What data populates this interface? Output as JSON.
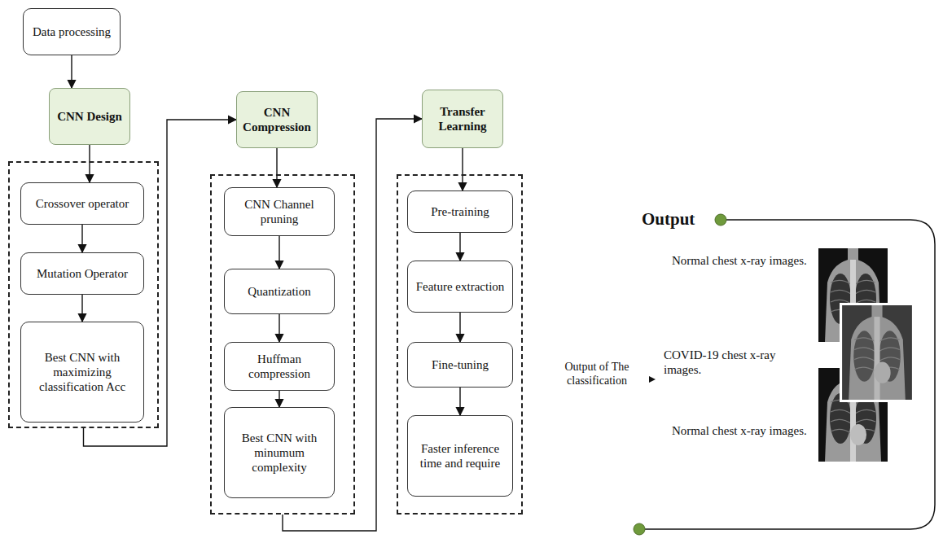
{
  "diagram": {
    "nodes": [
      {
        "text": [
          "Data processing"
        ]
      },
      {
        "text": [
          "CNN Design"
        ]
      },
      {
        "text": []
      },
      {
        "text": [
          "Crossover operator"
        ],
        "in": 2
      },
      {
        "text": [
          "Mutation Operator"
        ],
        "in": 2
      },
      {
        "text": [
          "Best CNN with maximizing classification Acc"
        ],
        "in": 2
      },
      {
        "text": [
          "CNN Compression"
        ]
      },
      {
        "text": []
      },
      {
        "text": [
          "CNN Channel pruning"
        ],
        "in": 7
      },
      {
        "text": [
          "Quantization"
        ],
        "in": 7
      },
      {
        "text": [
          "Huffman compression"
        ],
        "in": 7
      },
      {
        "text": [
          "Best CNN with minumum complexity"
        ],
        "in": 7
      },
      {
        "text": [
          "Transfer Learning"
        ]
      },
      {
        "text": []
      },
      {
        "text": [
          "Pre-training"
        ],
        "in": 13
      },
      {
        "text": [
          "Feature extraction"
        ],
        "in": 13
      },
      {
        "text": [
          "Fine-tuning"
        ],
        "in": 13
      },
      {
        "text": [
          "Faster inference time and require"
        ],
        "in": 13
      },
      {
        "text": [
          "Output",
          "Normal chest x-ray images.",
          "COVID-19 chest x-ray images.",
          "Normal chest x-ray images."
        ]
      }
    ],
    "edges": [
      {
        "from": 0,
        "to": 1,
        "arrow": "to"
      },
      {
        "from": 1,
        "to": 3,
        "arrow": "to"
      },
      {
        "from": 3,
        "to": 4,
        "arrow": "to"
      },
      {
        "from": 4,
        "to": 5,
        "arrow": "to"
      },
      {
        "from": 2,
        "to": 6,
        "arrow": "to"
      },
      {
        "from": 6,
        "to": 8,
        "arrow": "to"
      },
      {
        "from": 8,
        "to": 9,
        "arrow": "to"
      },
      {
        "from": 9,
        "to": 10,
        "arrow": "to"
      },
      {
        "from": 10,
        "to": 11,
        "arrow": "to"
      },
      {
        "from": 7,
        "to": 12,
        "arrow": "to"
      },
      {
        "from": 12,
        "to": 14,
        "arrow": "to"
      },
      {
        "from": 14,
        "to": 15,
        "arrow": "to"
      },
      {
        "from": 15,
        "to": 16,
        "arrow": "to"
      },
      {
        "from": 16,
        "to": 17,
        "arrow": "to"
      }
    ],
    "labels": [
      "Output of The classification"
    ]
  }
}
